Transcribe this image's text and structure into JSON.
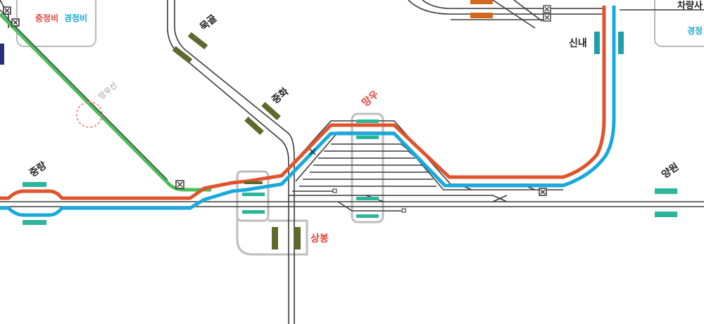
{
  "legend_left": {
    "red_label": "중정비",
    "blue_label": "경정비"
  },
  "legend_right": {
    "title": "차량사",
    "blue_label": "경정"
  },
  "stations": {
    "jungnang": "중랑",
    "mukgol": "묵골",
    "junghwa": "중화",
    "mangu": "망우",
    "sangbong": "상봉",
    "sinnae": "신내",
    "yangwon": "양원"
  },
  "labels": {
    "mangu_line": "망우선"
  },
  "colors": {
    "red_line": "#e0542c",
    "blue_line": "#19a9dc",
    "green_line": "#4dbd5a",
    "track": "#3a3a3a",
    "platform_teal": "#2bb59a",
    "platform_olive": "#5c6b2c",
    "platform_orange": "#d2691e",
    "accent_blue_teal": "#1f9fa8",
    "dark_blue": "#2a2f7a",
    "station_red": "#e0453a"
  }
}
